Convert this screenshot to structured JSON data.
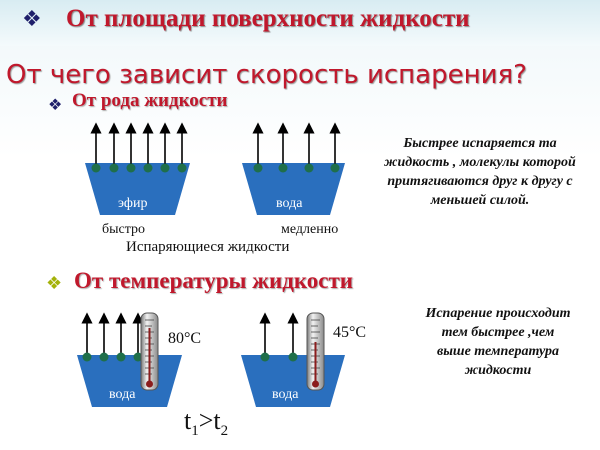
{
  "header": {
    "title": "От площади поверхности жидкости",
    "subtitle": "От чего зависит скорость испарения?"
  },
  "section1": {
    "heading": "От рода жидкости",
    "left_liquid": "эфир",
    "right_liquid": "вода",
    "left_speed": "быстро",
    "right_speed": "медленно",
    "caption": "Испаряющиеся жидкости",
    "note": "Быстрее испаряется та жидкость , молекулы которой притягиваются друг к другу с меньшей силой."
  },
  "section2": {
    "heading": "От температуры жидкости",
    "left_liquid": "вода",
    "right_liquid": "вода",
    "left_temp": "80°С",
    "right_temp": "45°С",
    "ineq_t1": "t",
    "ineq_sub1": "1",
    "ineq_gt": ">",
    "ineq_t2": "t",
    "ineq_sub2": "2",
    "note": "Испарение происходит тем быстрее ,чем выше температура жидкости"
  },
  "colors": {
    "title_red": "#c0182c",
    "liquid_blue": "#2a6fbe",
    "molecule_green": "#1f6f4a",
    "bullet_navy": "#1f1f6b"
  }
}
